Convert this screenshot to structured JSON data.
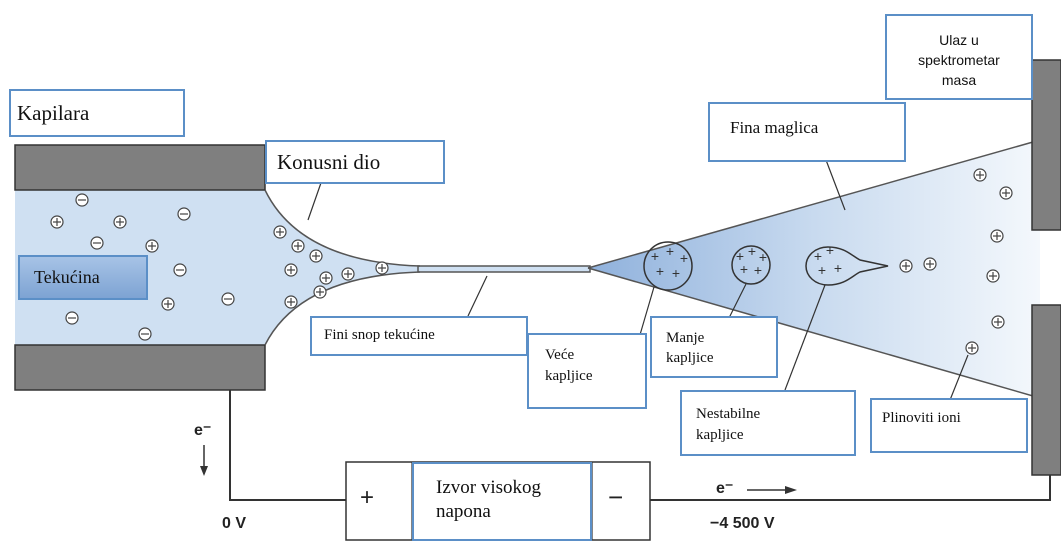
{
  "labels": {
    "kapilara": "Kapilara",
    "konusni_dio": "Konusni dio",
    "tekucina": "Tekućina",
    "fini_snop": "Fini snop tekućine",
    "vece_kapljice": "Veće kapljice",
    "manje_kapljice": "Manje kapljice",
    "nestabilne_kapljice": "Nestabilne kapljice",
    "plinoviti_ioni": "Plinoviti ioni",
    "fina_maglica": "Fina maglica",
    "ulaz": "Ulaz u spektrometar masa",
    "izvor": "Izvor visokog napona"
  },
  "circuit": {
    "plus": "+",
    "minus": "−",
    "electron_left": "e⁻",
    "electron_right": "e⁻",
    "voltage_left": "0 V",
    "voltage_right": "−4 500 V"
  },
  "colors": {
    "liquid": "#cfe0f2",
    "electrode": "#7f7f7f",
    "label_border": "#5b8fc7",
    "tekucina_fill": "#8fb1dc"
  }
}
